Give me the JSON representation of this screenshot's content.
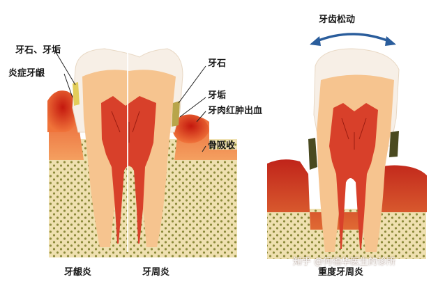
{
  "labels": {
    "tartar_plaque_left": "牙石、牙垢",
    "inflamed_gum": "炎症牙龈",
    "tartar_right": "牙石",
    "plaque_right": "牙垢",
    "gum_swelling_bleeding": "牙肉红肿出血",
    "bone_resorption": "骨吸收",
    "tooth_loosening": "牙齿松动",
    "gingivitis": "牙龈炎",
    "periodontitis": "牙周炎",
    "severe_periodontitis": "重度牙周炎"
  },
  "watermark": "知乎 @何福华医生的诊所",
  "colors": {
    "enamel": "#f7efe6",
    "dentin": "#f6c48f",
    "pulp": "#d8402a",
    "gum_healthy": "#f08a4a",
    "gum_inflamed": "#d93a1f",
    "bone": "#efe0b0",
    "bone_dots": "#8a8a3a",
    "arrow": "#2a5d9c"
  },
  "icons": {
    "loosening_arrow": "double-headed-curved-arrow-icon"
  }
}
